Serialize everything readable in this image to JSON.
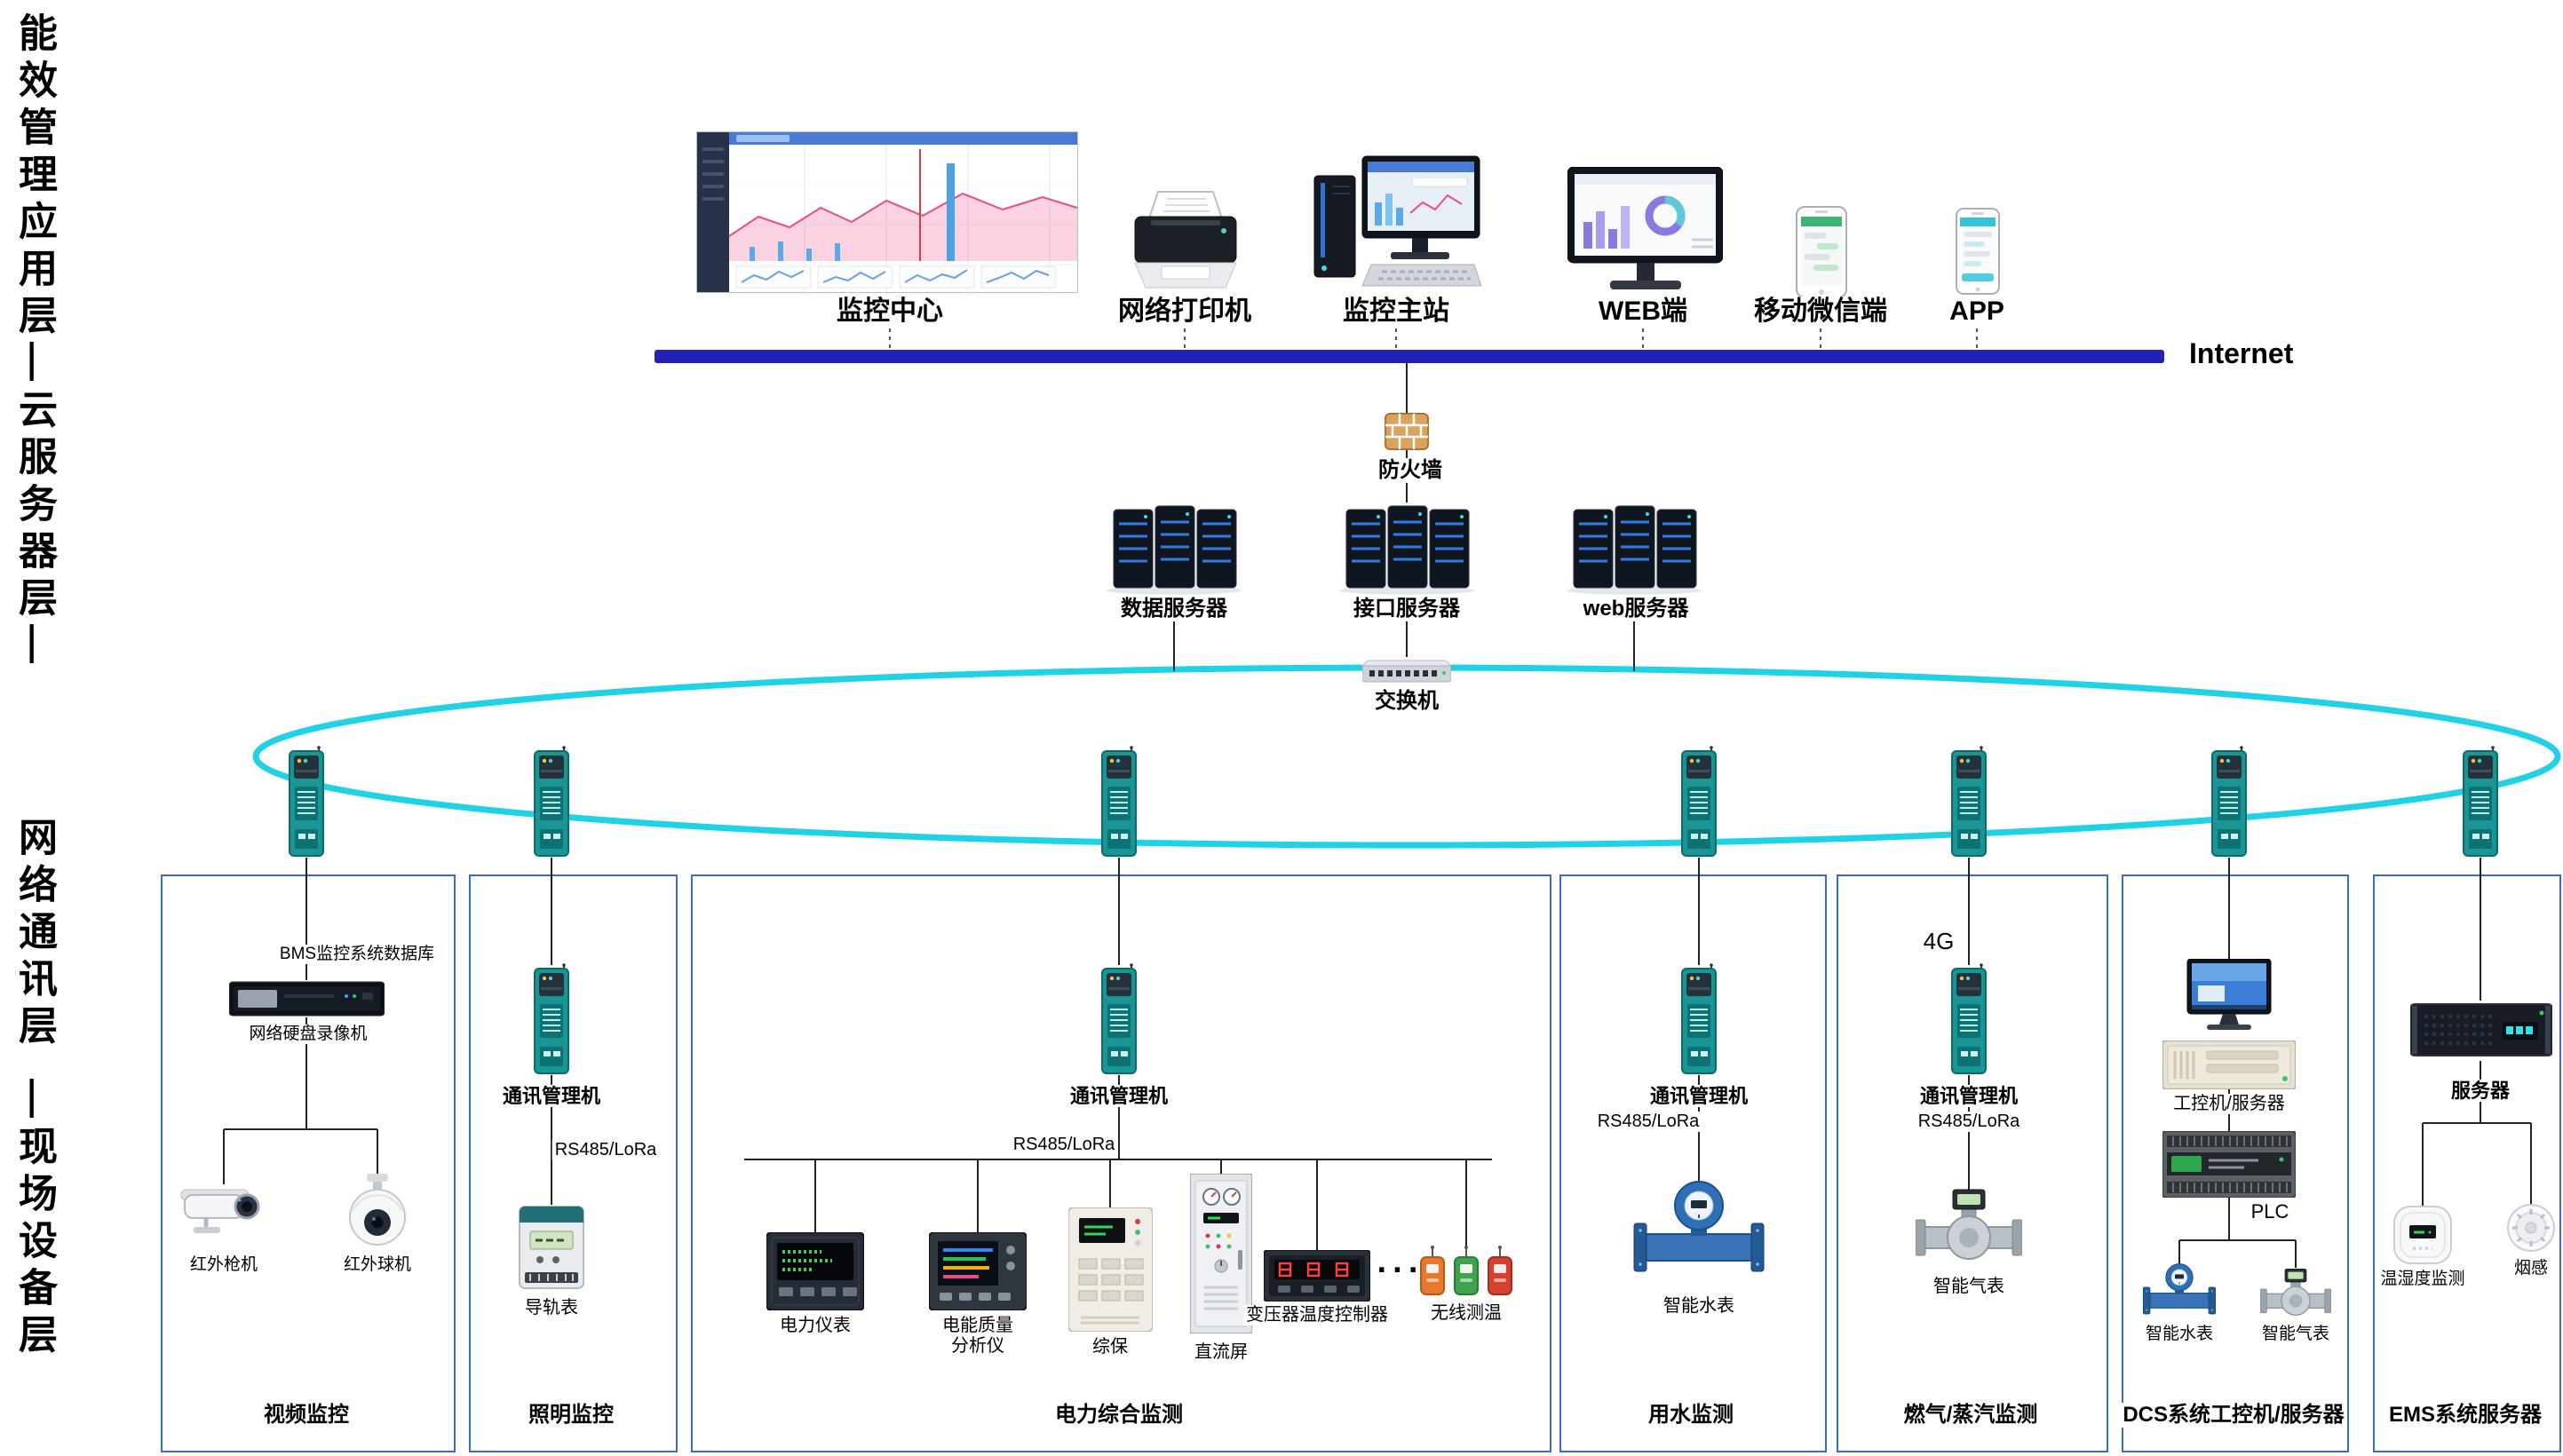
{
  "colors": {
    "internet_bar": "#2121b2",
    "ring": "#1fd2e6",
    "group_border": "#3a6bc8"
  },
  "side_labels": {
    "block1": "能效管理应用层—云服务器层—",
    "block2": "网络通讯层",
    "block3": "—现场设备层"
  },
  "top_row": {
    "monitor_center": "监控中心",
    "printer": "网络打印机",
    "master_station": "监控主站",
    "web_terminal": "WEB端",
    "wechat_mobile": "移动微信端",
    "app": "APP"
  },
  "internet": {
    "label": "Internet"
  },
  "firewall_label": "防火墙",
  "servers": {
    "data": "数据服务器",
    "interface": "接口服务器",
    "web": "web服务器"
  },
  "switch_label": "交换机",
  "groups": {
    "video": {
      "title": "视频监控",
      "bms_db": "BMS监控系统数据库",
      "nvr": "网络硬盘录像机",
      "bullet_cam": "红外枪机",
      "dome_cam": "红外球机"
    },
    "lighting": {
      "title": "照明监控",
      "gateway": "通讯管理机",
      "bus": "RS485/LoRa",
      "rail_meter": "导轨表"
    },
    "power": {
      "title": "电力综合监测",
      "gateway": "通讯管理机",
      "bus": "RS485/LoRa",
      "meter": "电力仪表",
      "quality_analyzer": "电能质量分析仪",
      "protection": "综保",
      "dc_panel": "直流屏",
      "transformer_temp": "变压器温度控制器",
      "dots": "···",
      "wireless_temp": "无线测温"
    },
    "water": {
      "title": "用水监测",
      "gateway": "通讯管理机",
      "bus": "RS485/LoRa",
      "meter": "智能水表"
    },
    "gas": {
      "title": "燃气/蒸汽监测",
      "tag_4g": "4G",
      "gateway": "通讯管理机",
      "bus": "RS485/LoRa",
      "meter": "智能气表"
    },
    "dcs": {
      "title": "DCS系统工控机/服务器",
      "ipc": "工控机/服务器",
      "plc": "PLC",
      "water_meter": "智能水表",
      "gas_meter": "智能气表"
    },
    "ems": {
      "title": "EMS系统服务器",
      "server": "服务器",
      "temp_humidity": "温湿度监测",
      "smoke": "烟感"
    }
  }
}
